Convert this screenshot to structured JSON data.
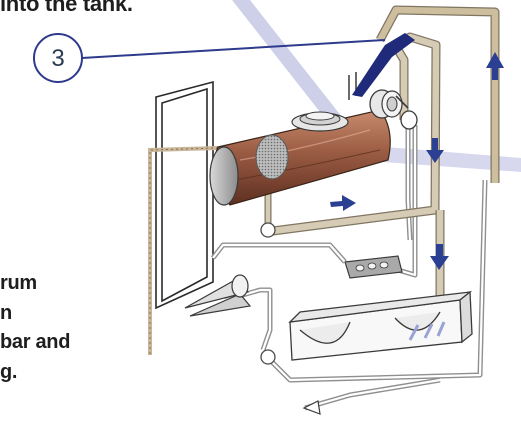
{
  "caption_top": "into the tank.",
  "callout": {
    "number": "3",
    "color": "#2e3a8c"
  },
  "caption_left_lines": [
    "rum",
    "n",
    "bar and",
    "g."
  ],
  "colors": {
    "flow_arrow": "#2b3f93",
    "pipe_tan": "#c9bda4",
    "pipe_outline": "#8f8f8f",
    "drum": "#9a5b43",
    "light_beam": "#b6b8dc"
  }
}
